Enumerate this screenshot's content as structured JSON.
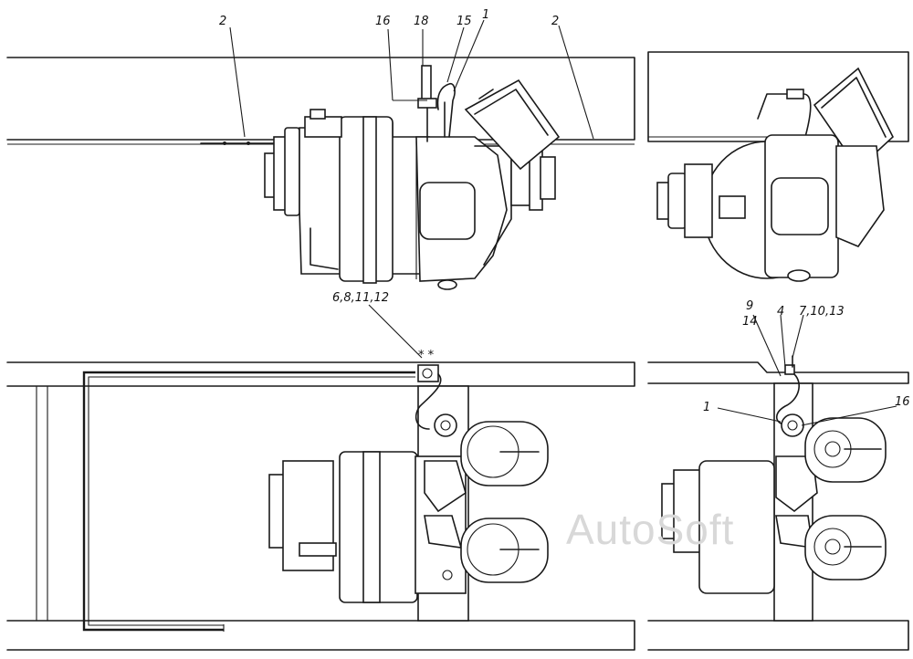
{
  "diagram": {
    "callouts": {
      "c2_left": "2",
      "c16_top": "16",
      "c18": "18",
      "c15": "15",
      "c1_top": "1",
      "c2_right": "2",
      "c6_8_11_12": "6,8,11,12",
      "c9": "9",
      "c14": "14",
      "c4": "4",
      "c7_10_13": "7,10,13",
      "c1_right": "1",
      "c16_right": "16"
    },
    "watermark": "AutoSoft"
  }
}
